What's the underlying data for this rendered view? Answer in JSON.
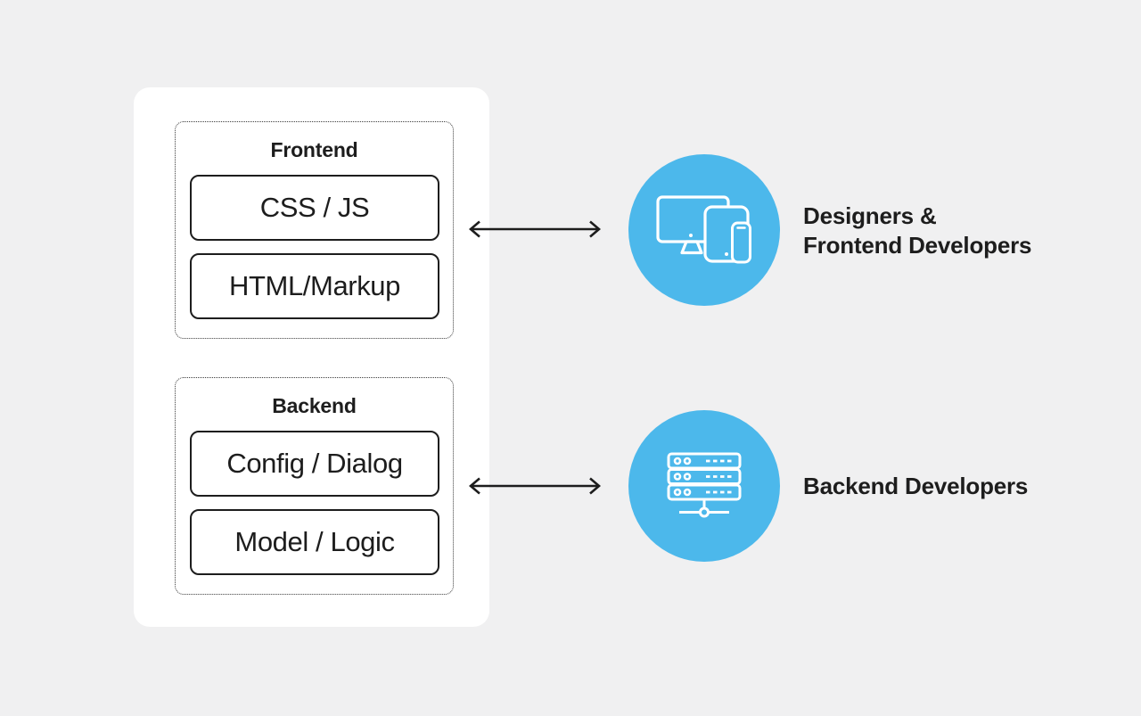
{
  "colors": {
    "background": "#f0f0f1",
    "card": "#ffffff",
    "accent": "#4cb8eb",
    "ink": "#1d1d1d",
    "icon_stroke": "#ffffff"
  },
  "panel": {
    "groups": [
      {
        "title": "Frontend",
        "boxes": [
          "CSS / JS",
          "HTML/Markup"
        ]
      },
      {
        "title": "Backend",
        "boxes": [
          "Config / Dialog",
          "Model / Logic"
        ]
      }
    ]
  },
  "connectors": [
    {
      "type": "bidirectional-arrow"
    },
    {
      "type": "bidirectional-arrow"
    }
  ],
  "actors": [
    {
      "icon": "devices-icon",
      "label_lines": [
        "Designers &",
        "Frontend Developers"
      ]
    },
    {
      "icon": "server-icon",
      "label_lines": [
        "Backend Developers"
      ]
    }
  ]
}
